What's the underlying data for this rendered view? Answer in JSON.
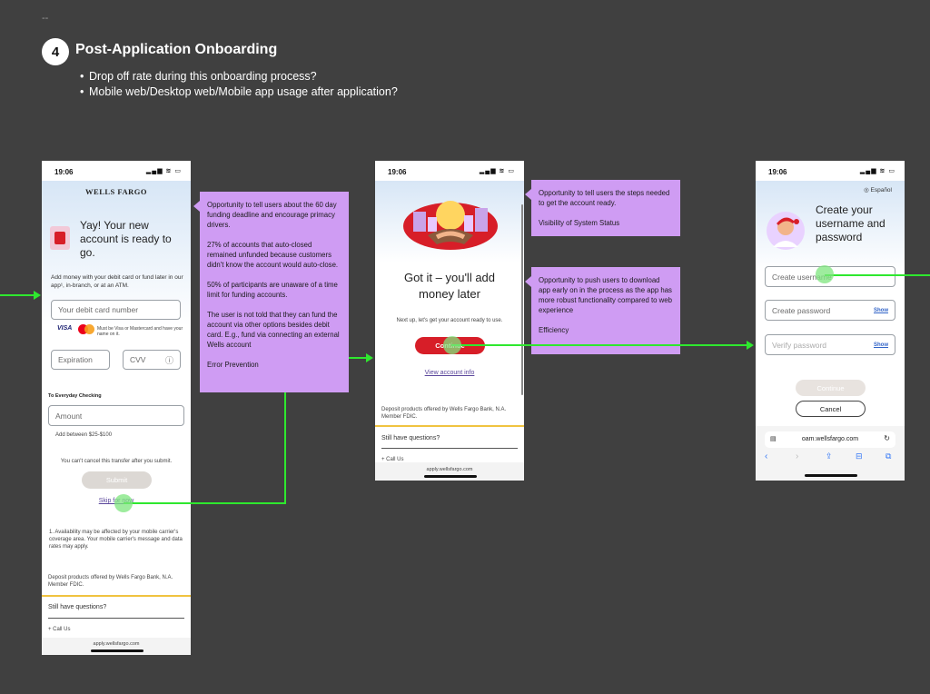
{
  "header": {
    "dash": "--",
    "step_number": "4",
    "title": "Post-Application Onboarding",
    "bullets": [
      "Drop off rate during this onboarding process?",
      "Mobile web/Desktop web/Mobile app usage after application?"
    ]
  },
  "status_bar": {
    "time": "19:06",
    "icons": "▂▄▆ ≋ ▭"
  },
  "phone1": {
    "brand": "WELLS FARGO",
    "headline": "Yay! Your new account is ready to go.",
    "funding_text": "Add money with your debit card or fund later in our app¹, in-branch, or at an ATM.",
    "card_placeholder": "Your debit card number",
    "card_note": "Must be Visa or Mastercard and have your name on it.",
    "visa": "VISA",
    "expiration_placeholder": "Expiration",
    "cvv_placeholder": "CVV",
    "info_icon": "ⓘ",
    "to_label": "To Everyday Checking",
    "amount_placeholder": "Amount",
    "amount_hint": "Add between $25-$100",
    "cancel_note": "You can't cancel this transfer after you submit.",
    "submit": "Submit",
    "skip": "Skip for now",
    "footnote": "1.  Availability may be affected by your mobile carrier's coverage area. Your mobile carrier's message and data rates may apply.",
    "deposit": "Deposit products offered by Wells Fargo Bank, N.A. Member FDIC.",
    "questions": "Still have questions?",
    "call": "+  Call Us",
    "url": "apply.wellsfargo.com"
  },
  "phone2": {
    "headline": "Got it – you'll add money later",
    "next": "Next up, let's get your account ready to use.",
    "continue": "Continue",
    "view": "View account info",
    "deposit": "Deposit products offered by Wells Fargo Bank, N.A. Member FDIC.",
    "questions": "Still have questions?",
    "call": "+  Call Us",
    "url": "apply.wellsfargo.com"
  },
  "phone3": {
    "language": "Español",
    "globe_icon": "◎",
    "headline": "Create your username and password",
    "username_placeholder": "Create username",
    "password_placeholder": "Create password",
    "verify_placeholder": "Verify password",
    "show": "Show",
    "continue": "Continue",
    "cancel": "Cancel",
    "url": "oam.wellsfargo.com",
    "reload_icon": "↻",
    "tab_icon": "▤",
    "back_icon": "‹",
    "forward_icon": "›",
    "share_icon": "⇪",
    "bookmarks_icon": "⊟",
    "tabs_icon": "⧉"
  },
  "notes": {
    "note1": [
      "Opportunity to tell users about the 60 day funding deadline and encourage primacy drivers.",
      "27% of accounts that auto-closed remained unfunded because customers didn't know the account would auto-close.",
      "50% of participants are unaware of a time limit for funding accounts.",
      "The user is not told that they can fund the account via other options besides debit card. E.g., fund via connecting an external Wells account",
      "Error Prevention"
    ],
    "note2": [
      "Opportunity to tell users the steps needed to get the account ready.",
      "Visibility of System Status"
    ],
    "note3": [
      "Opportunity to push users to download app early on in the process as the app has more robust functionality compared to web experience",
      "Efficiency"
    ]
  },
  "colors": {
    "background": "#404040",
    "note": "#cf9cf3",
    "flow": "#2ee82e",
    "brand_red": "#d71e28"
  }
}
